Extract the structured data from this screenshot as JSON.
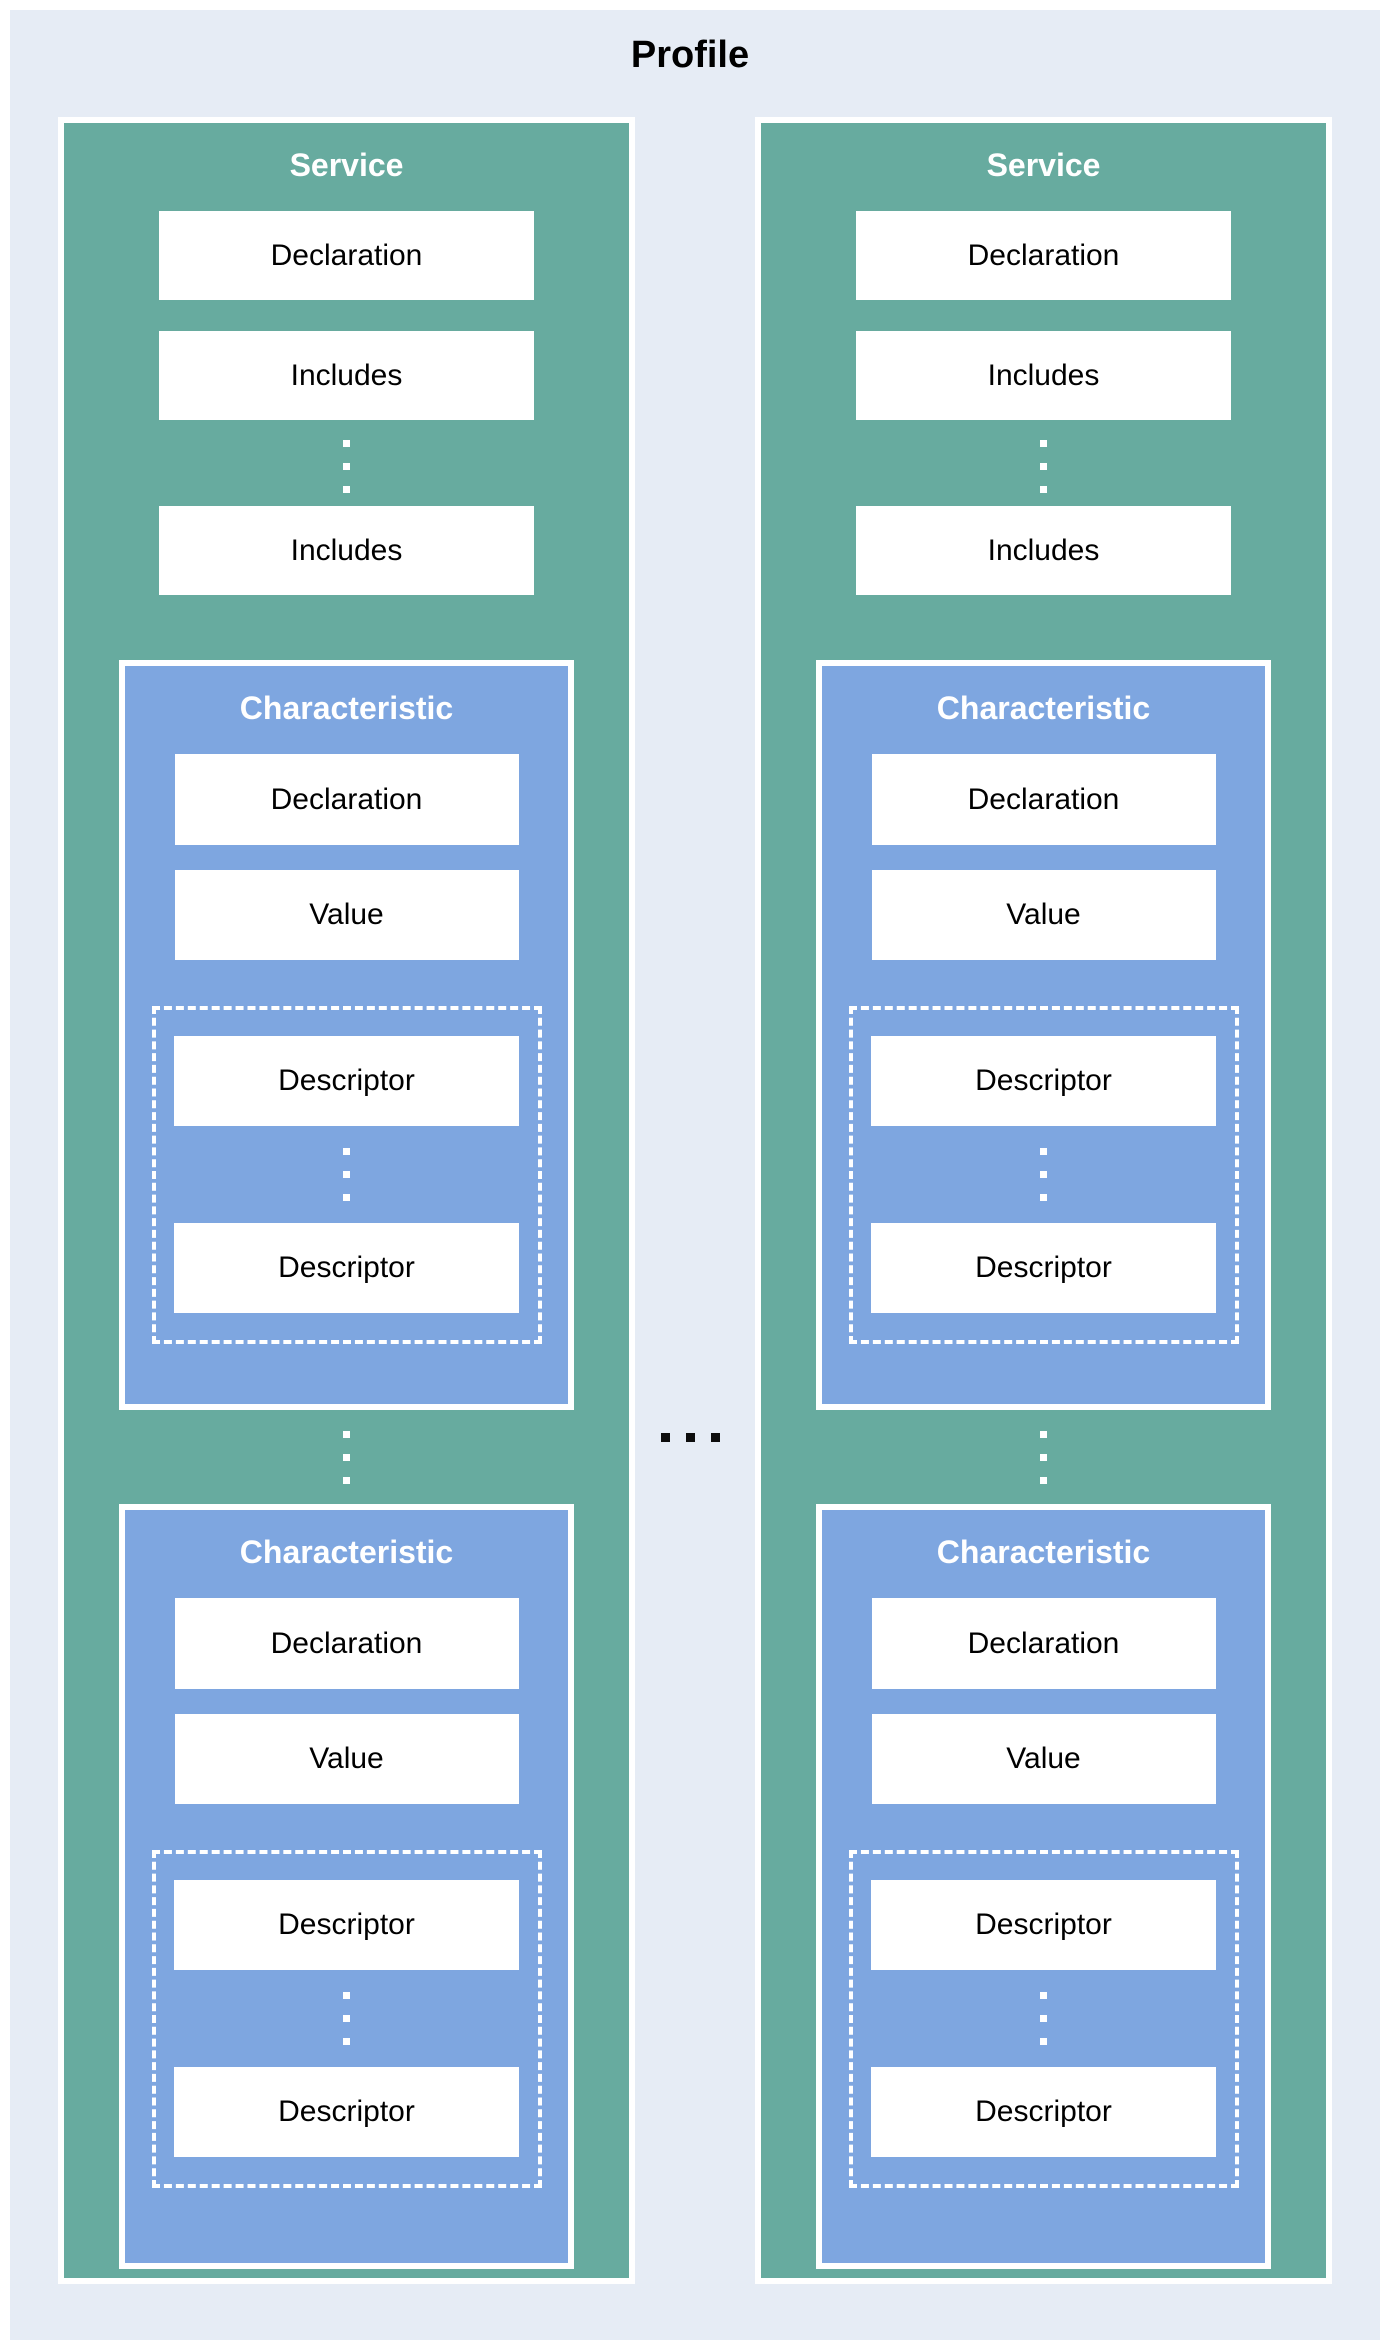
{
  "diagram": {
    "title": "Profile",
    "colors": {
      "panel_background": "#e6ecf5",
      "service_fill": "#67ab9f",
      "characteristic_fill": "#7ea6e0",
      "box_fill": "#ffffff",
      "box_text": "#000000",
      "section_title_text": "#ffffff",
      "service_ellipsis_dots": "#ffffff",
      "between_services_ellipsis_dots": "#0d0d0d"
    },
    "services": [
      {
        "title": "Service",
        "declaration_label": "Declaration",
        "includes_labels": [
          "Includes",
          "Includes"
        ],
        "characteristics": [
          {
            "title": "Characteristic",
            "declaration_label": "Declaration",
            "value_label": "Value",
            "descriptor_labels": [
              "Descriptor",
              "Descriptor"
            ]
          },
          {
            "title": "Characteristic",
            "declaration_label": "Declaration",
            "value_label": "Value",
            "descriptor_labels": [
              "Descriptor",
              "Descriptor"
            ]
          }
        ]
      },
      {
        "title": "Service",
        "declaration_label": "Declaration",
        "includes_labels": [
          "Includes",
          "Includes"
        ],
        "characteristics": [
          {
            "title": "Characteristic",
            "declaration_label": "Declaration",
            "value_label": "Value",
            "descriptor_labels": [
              "Descriptor",
              "Descriptor"
            ]
          },
          {
            "title": "Characteristic",
            "declaration_label": "Declaration",
            "value_label": "Value",
            "descriptor_labels": [
              "Descriptor",
              "Descriptor"
            ]
          }
        ]
      }
    ]
  }
}
